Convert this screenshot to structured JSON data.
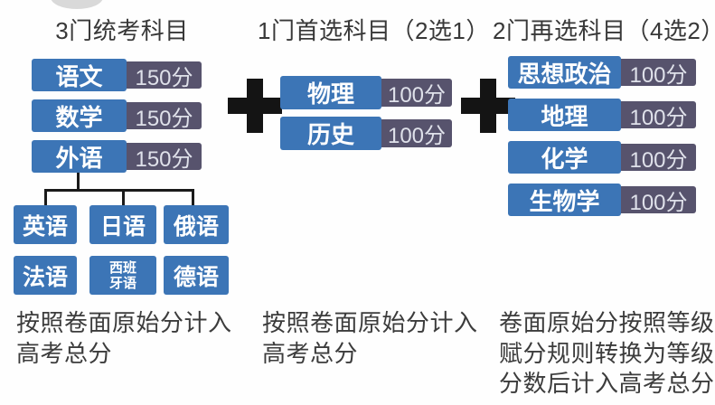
{
  "columns": [
    {
      "title": "3门统考科目",
      "subjects": [
        {
          "name": "语文",
          "score": "150分"
        },
        {
          "name": "数学",
          "score": "150分"
        },
        {
          "name": "外语",
          "score": "150分"
        }
      ],
      "languages": [
        {
          "label": "英语"
        },
        {
          "label": "日语"
        },
        {
          "label": "俄语"
        },
        {
          "label": "法语"
        },
        {
          "label": "西班牙语"
        },
        {
          "label": "德语"
        }
      ],
      "note_lines": [
        "按照卷面原始分计入",
        "高考总分"
      ]
    },
    {
      "title": "1门首选科目（2选1）",
      "subjects": [
        {
          "name": "物理",
          "score": "100分"
        },
        {
          "name": "历史",
          "score": "100分"
        }
      ],
      "note_lines": [
        "按照卷面原始分计入",
        "高考总分"
      ]
    },
    {
      "title": "2门再选科目（4选2）",
      "subjects": [
        {
          "name": "思想政治",
          "score": "100分"
        },
        {
          "name": "地理",
          "score": "100分"
        },
        {
          "name": "化学",
          "score": "100分"
        },
        {
          "name": "生物学",
          "score": "100分"
        }
      ],
      "note_lines": [
        "卷面原始分按照等级",
        "赋分规则转换为等级",
        "分数后计入高考总分"
      ]
    }
  ],
  "separator_icon": "plus",
  "colors": {
    "subject_blue": "#3c75b6",
    "score_dark": "#57536d",
    "score_text": "#dfe1ea",
    "body_text": "#3c3c3c",
    "connector": "#1a1a1a",
    "background": "#fefefe"
  }
}
